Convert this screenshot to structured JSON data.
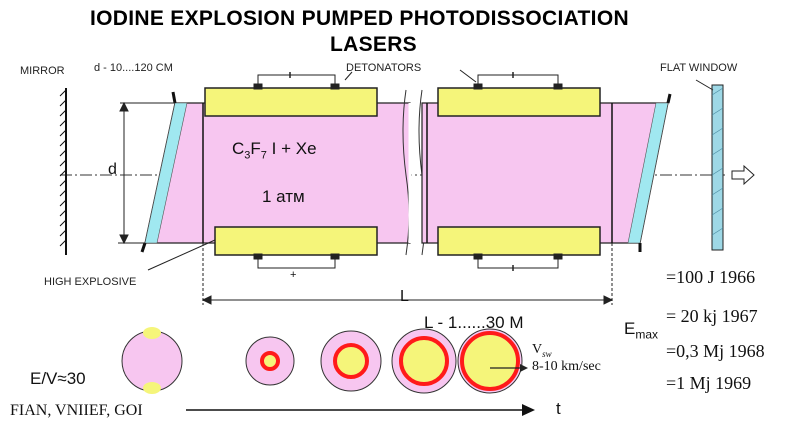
{
  "title": {
    "line1": "IODINE EXPLOSION PUMPED PHOTODISSOCIATION",
    "line2": "LASERS"
  },
  "labels": {
    "mirror": "MIRROR",
    "diameter_range": "d - 10....120  CM",
    "detonators": "DETONATORS",
    "flat_window": "FLAT WINDOW",
    "high_explosive": "HIGH EXPLOSIVE",
    "d": "d",
    "gas_mix": "C3F7 I + Xe",
    "gas_c": "C",
    "gas_sub1": "3",
    "gas_f": "F",
    "gas_sub2": "7",
    "gas_rest": " I + Xe",
    "pressure": "1 атм",
    "length_symbol": "L",
    "length_range": "L - 1......30  M",
    "energy_ratio": "E/V≈30",
    "institutes": "FIAN, VNIIEF, GOI",
    "shock_velocity_symbol": "V",
    "shock_velocity_sub": "sw",
    "shock_velocity": "8-10 km/sec",
    "time_axis": "t",
    "plus": "+"
  },
  "energy": {
    "symbol": "E",
    "subscript": "max",
    "records": [
      {
        "value": "=100 J",
        "year": "1966"
      },
      {
        "value": "= 20 kj",
        "year": "1967"
      },
      {
        "value": "=0,3 Mj",
        "year": "1968"
      },
      {
        "value": "=1    Mj",
        "year": "1969"
      }
    ]
  },
  "colors": {
    "gas_cell": "#f7c6f0",
    "explosive": "#f5f57a",
    "shock_front": "#ff1a1a",
    "brewster_window": "#a0e8f0",
    "flat_window": "#9ed8e6"
  }
}
